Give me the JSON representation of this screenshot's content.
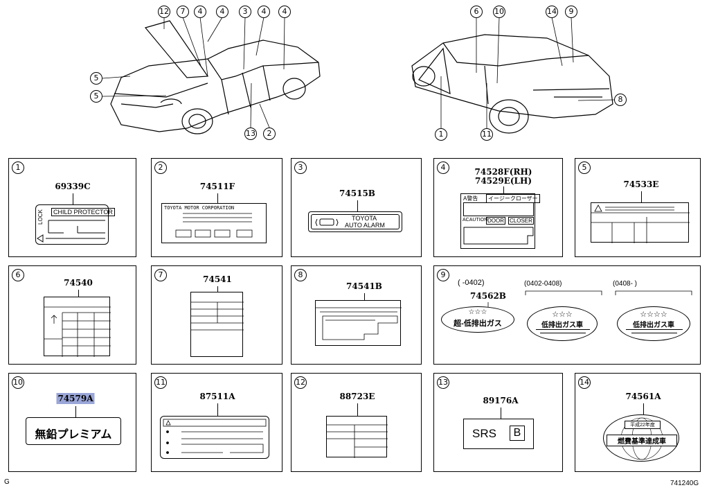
{
  "callouts": {
    "front_top": [
      "12",
      "7",
      "4",
      "4",
      "3",
      "4",
      "4"
    ],
    "front_left": [
      "5",
      "5"
    ],
    "front_bottom": [
      "13",
      "2"
    ],
    "rear_top": [
      "6",
      "10",
      "14",
      "9"
    ],
    "rear_right": [
      "8"
    ],
    "rear_bottom": [
      "1",
      "11"
    ]
  },
  "panels": [
    {
      "num": "1",
      "part": "69339C",
      "texts": [
        "CHILD PROTECTOR",
        "LOCK"
      ]
    },
    {
      "num": "2",
      "part": "74511F",
      "texts": [
        "TOYOTA MOTOR CORPORATION"
      ]
    },
    {
      "num": "3",
      "part": "74515B",
      "texts": [
        "TOYOTA",
        "AUTO ALARM"
      ]
    },
    {
      "num": "4",
      "part": "74528F(RH)",
      "part2": "74529E(LH)",
      "texts": [
        "A警告",
        "イージークローザー",
        "ACAUTION",
        "DOOR",
        "CLOSER"
      ]
    },
    {
      "num": "5",
      "part": "74533E",
      "texts": []
    },
    {
      "num": "6",
      "part": "74540",
      "texts": []
    },
    {
      "num": "7",
      "part": "74541",
      "texts": []
    },
    {
      "num": "8",
      "part": "74541B",
      "texts": []
    },
    {
      "num": "9",
      "part": "74562B",
      "texts": [
        "超-低排出ガス",
        "低排出ガス車",
        "低排出ガス車"
      ],
      "ranges": [
        "( -0402)",
        "(0402-0408)",
        "(0408- )"
      ]
    },
    {
      "num": "10",
      "part": "74579A",
      "texts": [
        "無鉛プレミアム"
      ]
    },
    {
      "num": "11",
      "part": "87511A",
      "texts": []
    },
    {
      "num": "12",
      "part": "88723E",
      "texts": []
    },
    {
      "num": "13",
      "part": "89176A",
      "texts": [
        "SRS",
        "B"
      ]
    },
    {
      "num": "14",
      "part": "74561A",
      "texts": [
        "平成22年度",
        "燃費基準達成車"
      ]
    }
  ],
  "footer": {
    "left": "G",
    "right": "741240G"
  }
}
